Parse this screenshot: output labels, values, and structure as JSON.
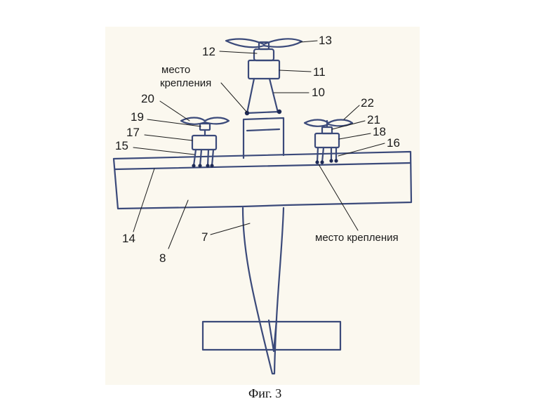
{
  "colors": {
    "paper": "#fbf8ef",
    "ink": "#3b4a7a",
    "leader": "#1a1a1a",
    "page": "#ffffff"
  },
  "labels": {
    "n7": "7",
    "n8": "8",
    "n10": "10",
    "n11": "11",
    "n12": "12",
    "n13": "13",
    "n14": "14",
    "n15": "15",
    "n16": "16",
    "n17": "17",
    "n18": "18",
    "n19": "19",
    "n20": "20",
    "n21": "21",
    "n22": "22",
    "attach_top_line1": "место",
    "attach_top_line2": "крепления",
    "attach_right": "место крепления"
  },
  "caption": "Фиг. 3"
}
